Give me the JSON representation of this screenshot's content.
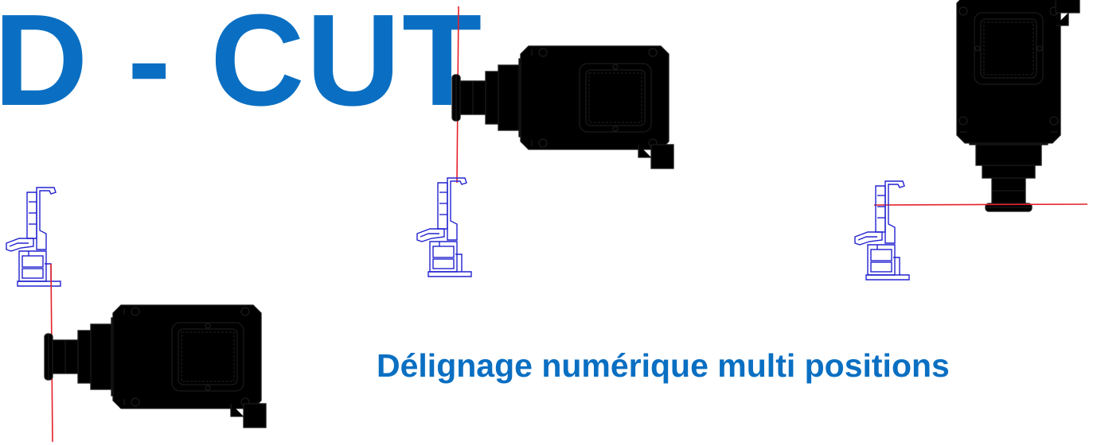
{
  "header": {
    "title": "D - CUT",
    "subtitle": "Délignage numérique multi positions"
  },
  "colors": {
    "brand": "#0a6fc2",
    "profile": "#2323d0",
    "cut_line": "#e5202a",
    "motor": "#1a1a1a"
  },
  "icons": {
    "motor": "spindle-motor-icon",
    "profile": "window-profile-icon"
  },
  "diagrams": [
    {
      "name": "position-horizontal-low",
      "motor_orientation": "horizontal"
    },
    {
      "name": "position-horizontal-high",
      "motor_orientation": "horizontal"
    },
    {
      "name": "position-vertical",
      "motor_orientation": "vertical"
    }
  ]
}
